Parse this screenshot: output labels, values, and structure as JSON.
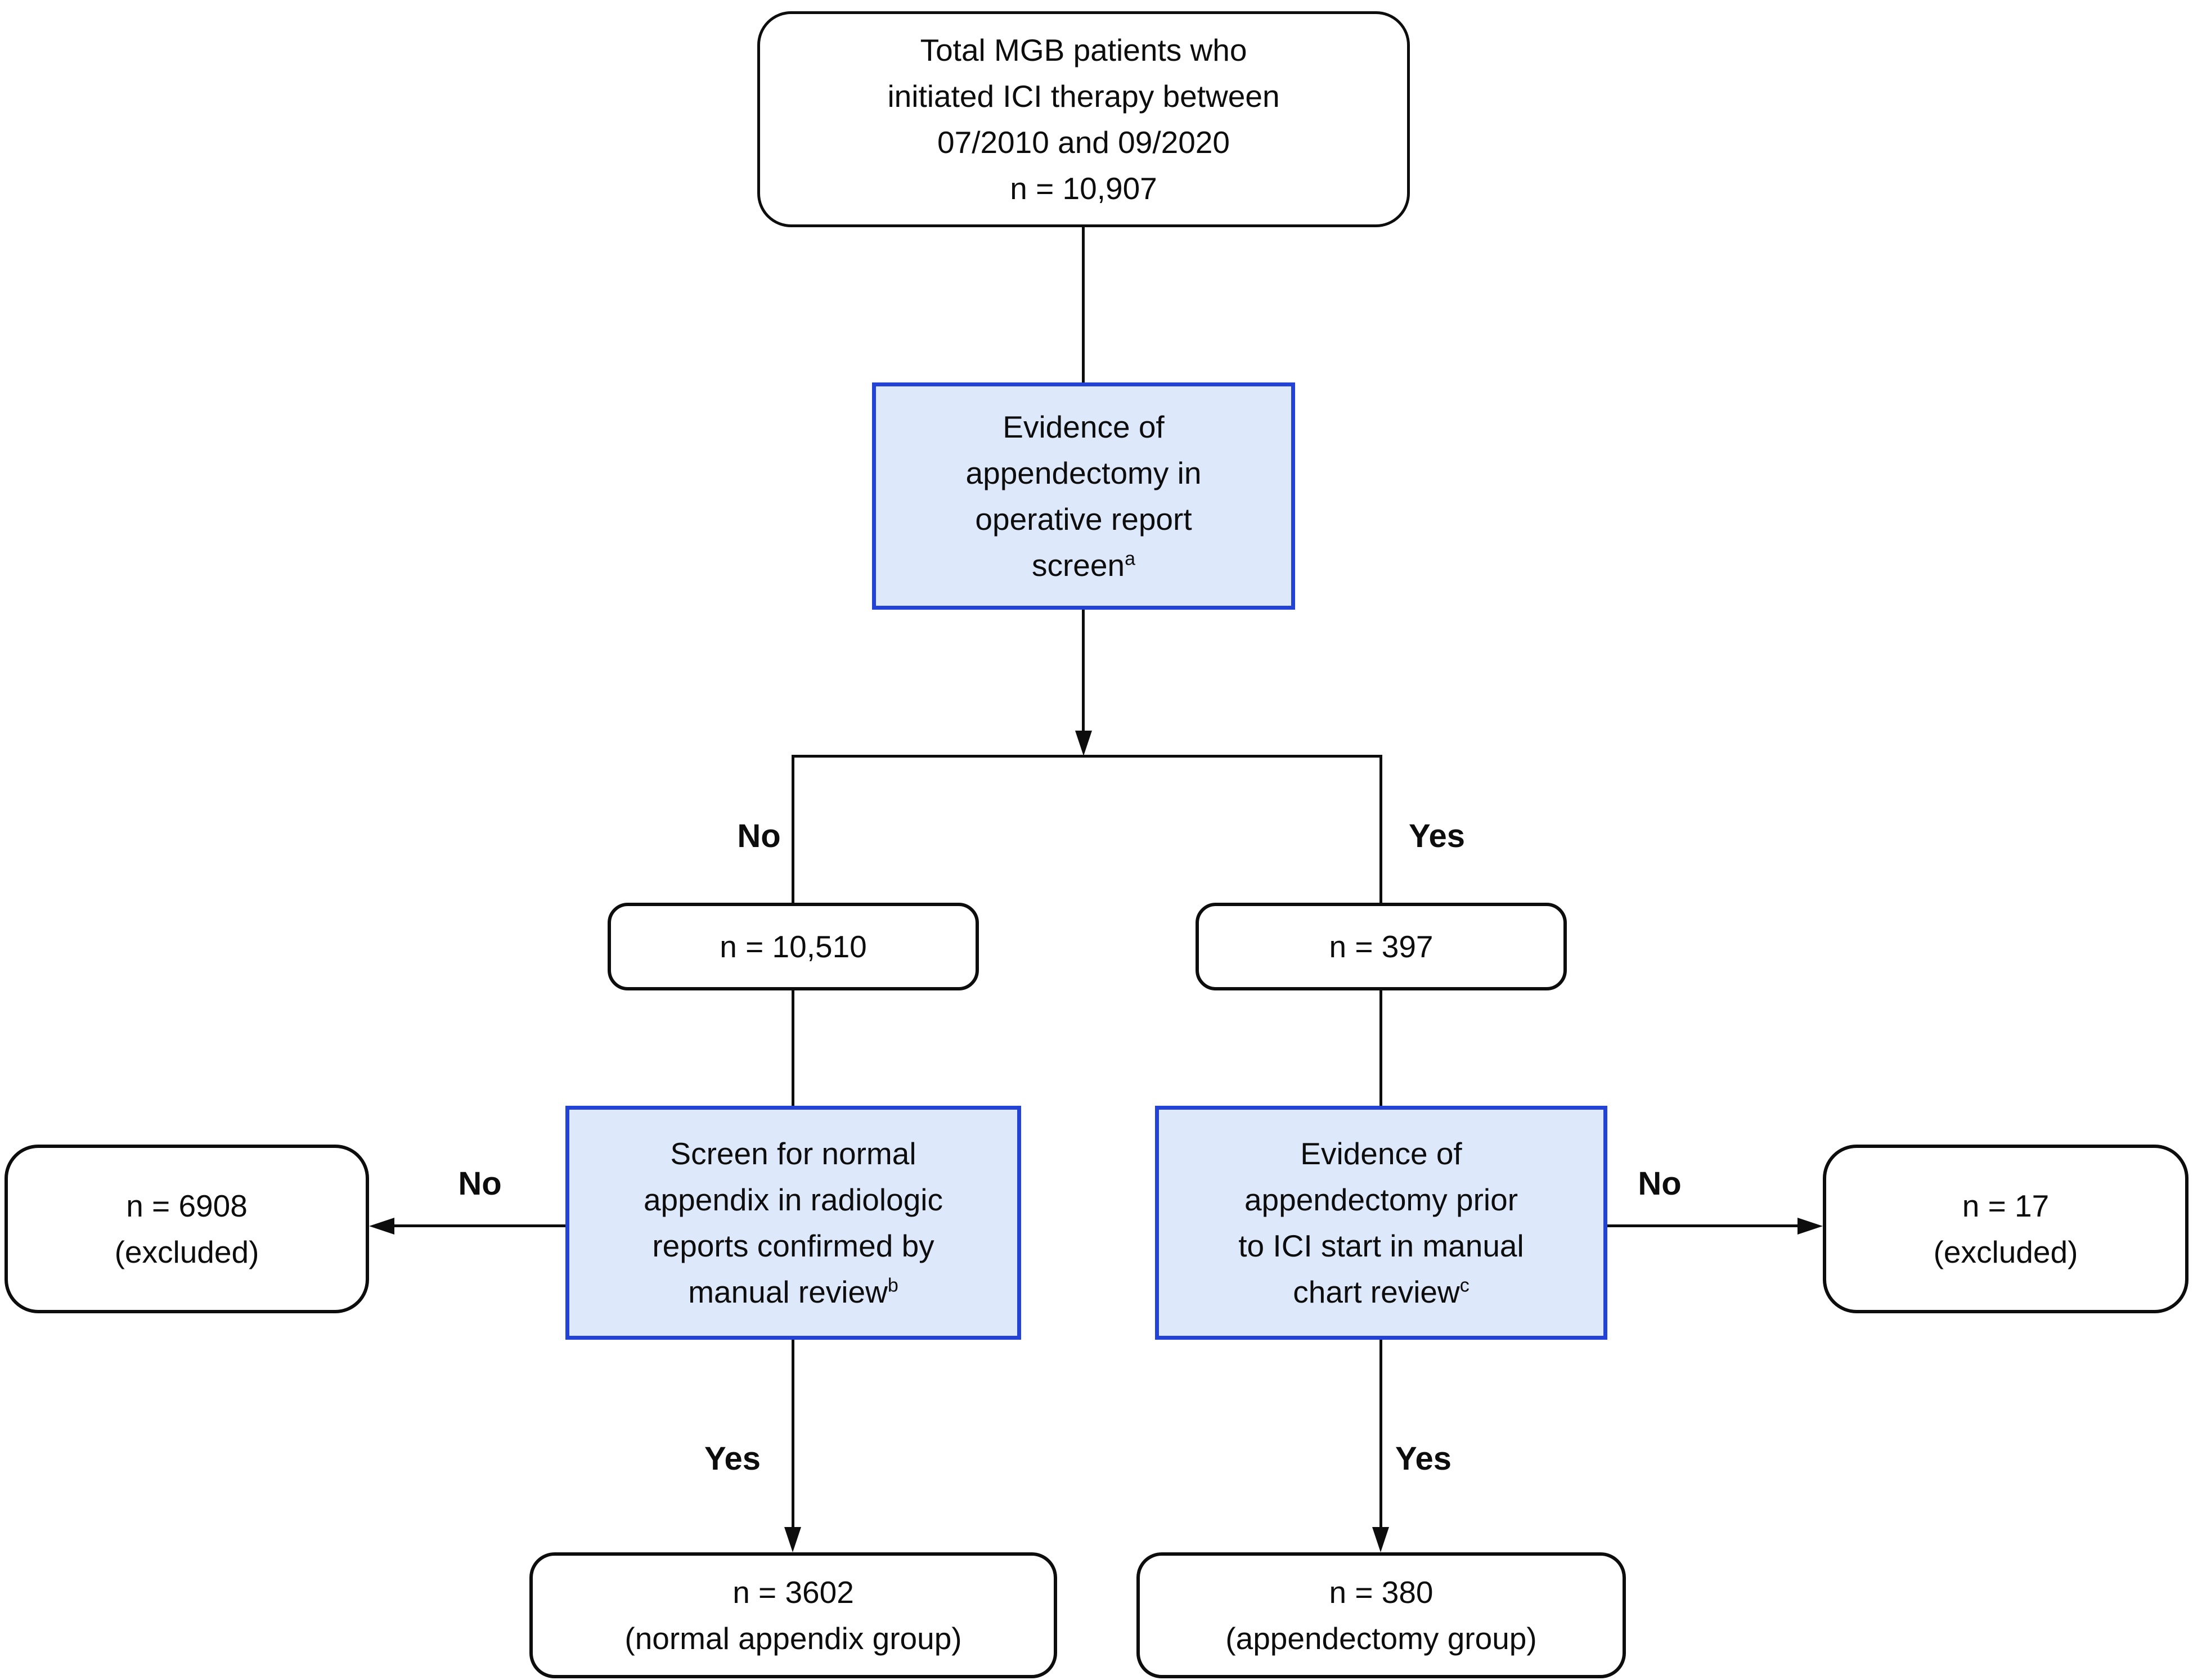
{
  "flowchart": {
    "top_box": {
      "lines": [
        "Total MGB patients who",
        "initiated ICI therapy between",
        "07/2010 and 09/2020",
        "n = 10,907"
      ]
    },
    "operative_screen_box": {
      "lines": [
        "Evidence of",
        "appendectomy in",
        "operative report"
      ],
      "footnote_line": {
        "text": "screen",
        "sup": "a"
      }
    },
    "branch1": {
      "no_label": "No",
      "yes_label": "Yes"
    },
    "no_count_box": {
      "text": "n = 10,510"
    },
    "yes_count_box": {
      "text": "n = 397"
    },
    "radiology_screen_box": {
      "lines": [
        "Screen for normal",
        "appendix in radiologic",
        "reports confirmed by"
      ],
      "footnote_line": {
        "text": "manual review",
        "sup": "b"
      }
    },
    "chart_review_box": {
      "lines": [
        "Evidence of",
        "appendectomy prior",
        "to ICI start in manual"
      ],
      "footnote_line": {
        "text": "chart review",
        "sup": "c"
      }
    },
    "branch2_left": {
      "no_label": "No",
      "yes_label": "Yes"
    },
    "branch2_right": {
      "no_label": "No",
      "yes_label": "Yes"
    },
    "excluded_left_box": {
      "line1": "n = 6908",
      "line2": "(excluded)"
    },
    "excluded_right_box": {
      "line1": "n = 17",
      "line2": "(excluded)"
    },
    "normal_appendix_box": {
      "line1": "n = 3602",
      "line2": "(normal appendix group)"
    },
    "appendectomy_box": {
      "line1": "n = 380",
      "line2": "(appendectomy group)"
    }
  },
  "colors": {
    "ink": "#0d0d0d",
    "screen_border": "#2343d6",
    "screen_fill": "#dde9fb",
    "page_bg": "#ffffff"
  }
}
